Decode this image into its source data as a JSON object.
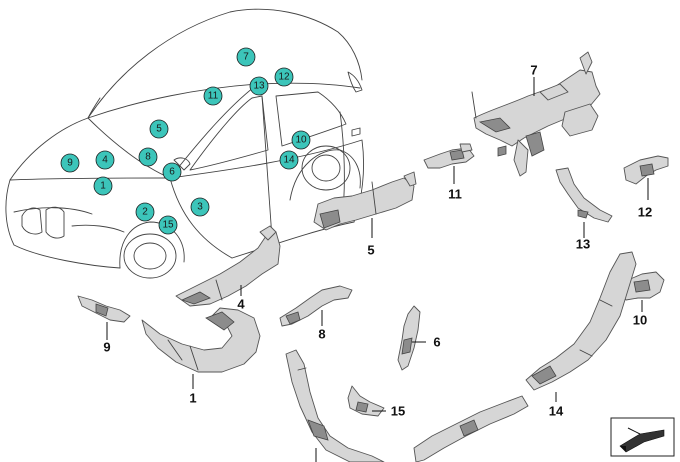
{
  "colors": {
    "bubble_fill": "#3cc5ba",
    "bubble_stroke": "#1d1d1d",
    "part_fill": "#d6d6d6",
    "part_shadow": "#8c8c8c"
  },
  "vehicle_markers": [
    {
      "label": "9"
    },
    {
      "label": "4"
    },
    {
      "label": "1"
    },
    {
      "label": "8"
    },
    {
      "label": "5"
    },
    {
      "label": "6"
    },
    {
      "label": "2"
    },
    {
      "label": "15"
    },
    {
      "label": "3"
    },
    {
      "label": "11"
    },
    {
      "label": "7"
    },
    {
      "label": "13"
    },
    {
      "label": "12"
    },
    {
      "label": "10"
    },
    {
      "label": "14"
    }
  ],
  "part_callouts": [
    {
      "label": "7"
    },
    {
      "label": "11"
    },
    {
      "label": "12"
    },
    {
      "label": "13"
    },
    {
      "label": "5"
    },
    {
      "label": "4"
    },
    {
      "label": "9"
    },
    {
      "label": "8"
    },
    {
      "label": "6"
    },
    {
      "label": "10"
    },
    {
      "label": "1"
    },
    {
      "label": "15"
    },
    {
      "label": "14"
    }
  ],
  "corner_icon": "sectional-view-icon"
}
